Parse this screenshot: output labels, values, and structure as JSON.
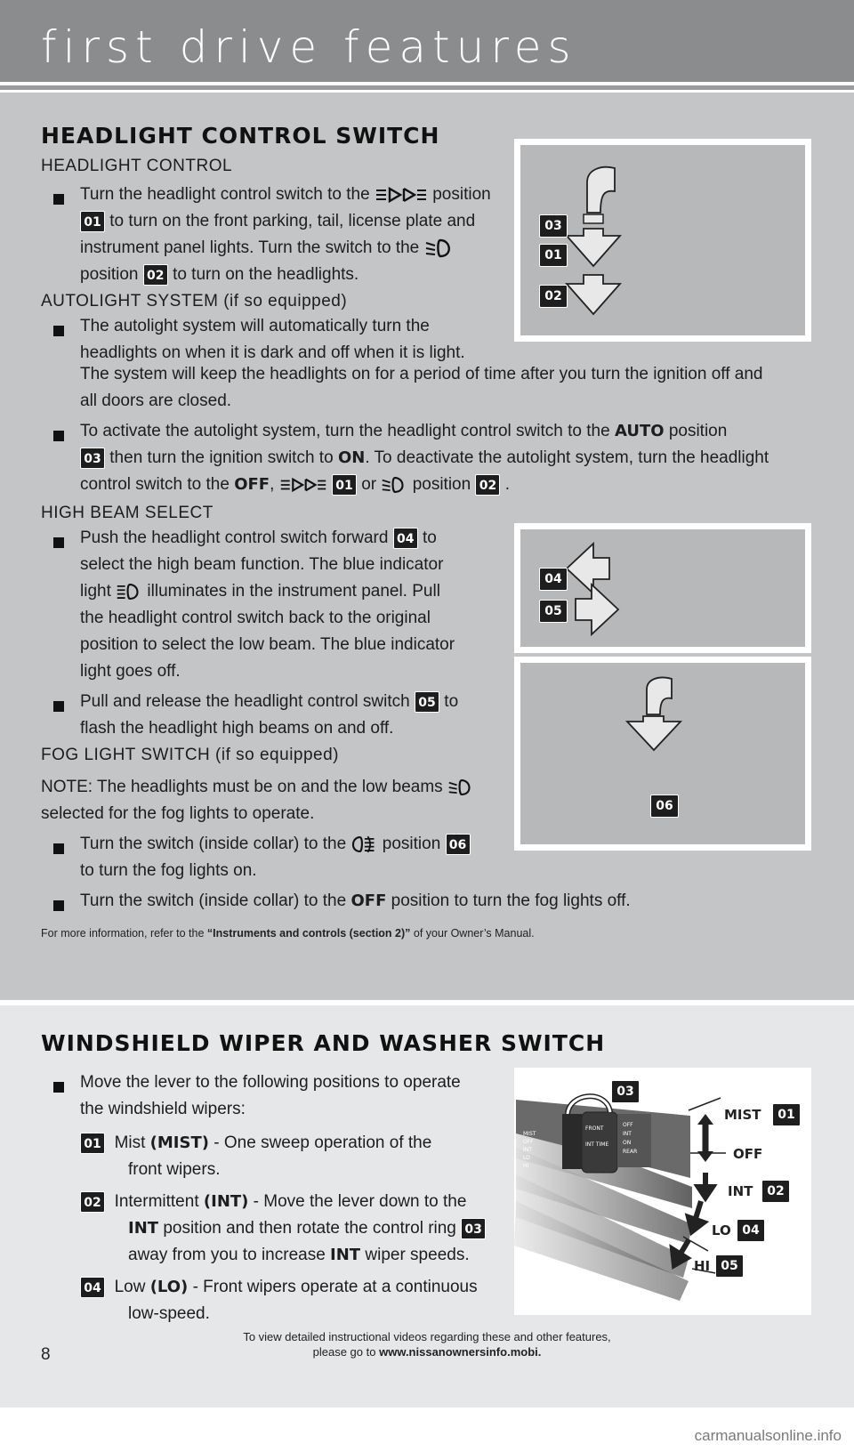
{
  "header": {
    "title": "first drive features"
  },
  "headlight": {
    "title": "HEADLIGHT CONTROL SWITCH",
    "sub_control": "HEADLIGHT CONTROL",
    "b1": {
      "l1a": "Turn the headlight control switch to the",
      "l1b": "position",
      "badge1": "01",
      "l2": "to turn on the front parking, tail, license plate and",
      "l3": "instrument panel lights. Turn the switch to the",
      "l4a": "position",
      "badge2": "02",
      "l4b": "to turn on the headlights."
    },
    "sub_auto": "AUTOLIGHT SYSTEM (if so equipped)",
    "b2": {
      "l1": "The autolight system will automatically turn the",
      "l2": "headlights on when it is dark and off when it is light.",
      "l3": "The system will keep the headlights on for a period of time after you turn the ignition off and",
      "l4": "all doors are closed."
    },
    "b3": {
      "l1a": "To activate the autolight system, turn the headlight control switch to the",
      "auto": "AUTO",
      "l1b": "position",
      "badge_auto": "03",
      "l2a": "then turn the ignition switch to",
      "on": "ON",
      "l2b": ". To deactivate the autolight system, turn the headlight",
      "l3a": "control switch to the",
      "off": "OFF",
      "comma": ",",
      "badge_a": "01",
      "or": "or",
      "pos": "position",
      "badge_b": "02",
      "end": "."
    },
    "sub_high": "HIGH BEAM SELECT",
    "b4": {
      "l1a": "Push the headlight control switch forward",
      "badge": "04",
      "l1b": "to",
      "l2": "select the high beam function. The blue indicator",
      "l3a": "light",
      "l3b": "illuminates in the instrument panel. Pull",
      "l4": "the headlight control switch back to the original",
      "l5": "position to select the low beam. The blue indicator",
      "l6": "light goes off."
    },
    "b5": {
      "l1a": "Pull and release the headlight control switch",
      "badge": "05",
      "l1b": "to",
      "l2": "flash the headlight high beams on and off."
    },
    "sub_fog": "FOG LIGHT SWITCH (if so equipped)",
    "note1": "NOTE: The headlights must be on and the low beams",
    "note2": "selected for the fog lights to operate.",
    "b6": {
      "l1a": "Turn the switch (inside collar) to the",
      "l1b": "position",
      "badge": "06",
      "l2": "to turn the fog lights on."
    },
    "b7": {
      "l1a": "Turn the switch (inside collar) to the",
      "off": "OFF",
      "l1b": "position to turn the fog lights off."
    },
    "ref_a": "For more information, refer to the",
    "ref_b": "“Instruments and controls (section 2)”",
    "ref_c": "of your Owner’s Manual.",
    "panel1_badges": [
      "03",
      "01",
      "02"
    ],
    "panel2_badges": [
      "04",
      "05"
    ],
    "panel3_badge": "06"
  },
  "wiper": {
    "title": "WINDSHIELD WIPER AND WASHER SWITCH",
    "intro1": "Move the lever to the following positions to operate",
    "intro2": "the windshield wipers:",
    "i1": {
      "badge": "01",
      "a": "Mist",
      "k": "(MIST)",
      "b": "- One sweep operation of the",
      "c": "front wipers."
    },
    "i2": {
      "badge": "02",
      "a": "Intermittent",
      "k": "(INT)",
      "b": "- Move the lever down to the",
      "k2": "INT",
      "c": "position and then rotate the control ring",
      "badge2": "03",
      "d": "away from you to increase",
      "k3": "INT",
      "e": "wiper speeds."
    },
    "i3": {
      "badge": "04",
      "a": "Low",
      "k": "(LO)",
      "b": "- Front wipers operate at a continuous",
      "c": "low-speed."
    },
    "diagram": {
      "ring_badge": "03",
      "mist": "MIST",
      "mist_badge": "01",
      "off": "OFF",
      "int": "INT",
      "int_badge": "02",
      "lo": "LO",
      "lo_badge": "04",
      "hi": "HI",
      "hi_badge": "05",
      "stalk_labels": [
        "MIST",
        "OFF",
        "INT",
        "LO",
        "HI",
        "FRONT",
        "INT TIME",
        "OFF",
        "INT",
        "ON",
        "REAR"
      ]
    }
  },
  "footer": {
    "line1": "To view detailed instructional videos regarding these and other features,",
    "line2a": "please go to",
    "line2b": "www.nissanownersinfo.mobi.",
    "page": "8"
  },
  "watermark": "carmanualsonline.info"
}
